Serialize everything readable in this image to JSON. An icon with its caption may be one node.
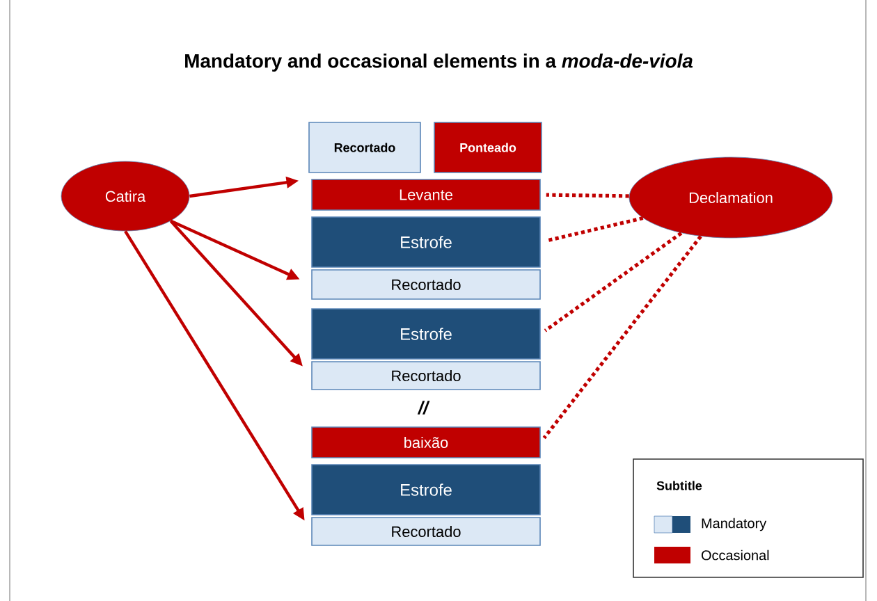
{
  "diagram": {
    "title": "Mandatory and occasional elements in a *moda-de-viola*",
    "nodes": [
      {
        "text": [
          "Recortado"
        ]
      },
      {
        "text": [
          "Ponteado"
        ]
      },
      {
        "text": [
          "Levante"
        ]
      },
      {
        "text": [
          "Estrofe"
        ]
      },
      {
        "text": [
          "Recortado"
        ]
      },
      {
        "text": [
          "Estrofe"
        ]
      },
      {
        "text": [
          "Recortado"
        ]
      },
      {
        "text": [
          "baixão"
        ]
      },
      {
        "text": [
          "Estrofe"
        ]
      },
      {
        "text": [
          "Recortado"
        ]
      },
      {
        "text": [
          "Catira"
        ]
      },
      {
        "text": [
          "Declamation"
        ]
      }
    ],
    "edges": [
      {
        "from": 10,
        "to": 2,
        "arrow": "to"
      },
      {
        "from": 10,
        "to": 4,
        "arrow": "to"
      },
      {
        "from": 10,
        "to": 6,
        "arrow": "to"
      },
      {
        "from": 10,
        "to": 9,
        "arrow": "to"
      },
      {
        "from": 11,
        "to": 2,
        "arrow": "none",
        "style": "dashed"
      },
      {
        "from": 11,
        "to": 3,
        "arrow": "none",
        "style": "dashed"
      },
      {
        "from": 11,
        "to": 5,
        "arrow": "none",
        "style": "dashed"
      },
      {
        "from": 11,
        "to": 7,
        "arrow": "none",
        "style": "dashed"
      }
    ],
    "labels": [
      "//",
      "Subtitle"
    ],
    "legend": [
      {
        "text": "Mandatory"
      },
      {
        "text": "Occasional",
        "color": "#c00000"
      }
    ]
  }
}
